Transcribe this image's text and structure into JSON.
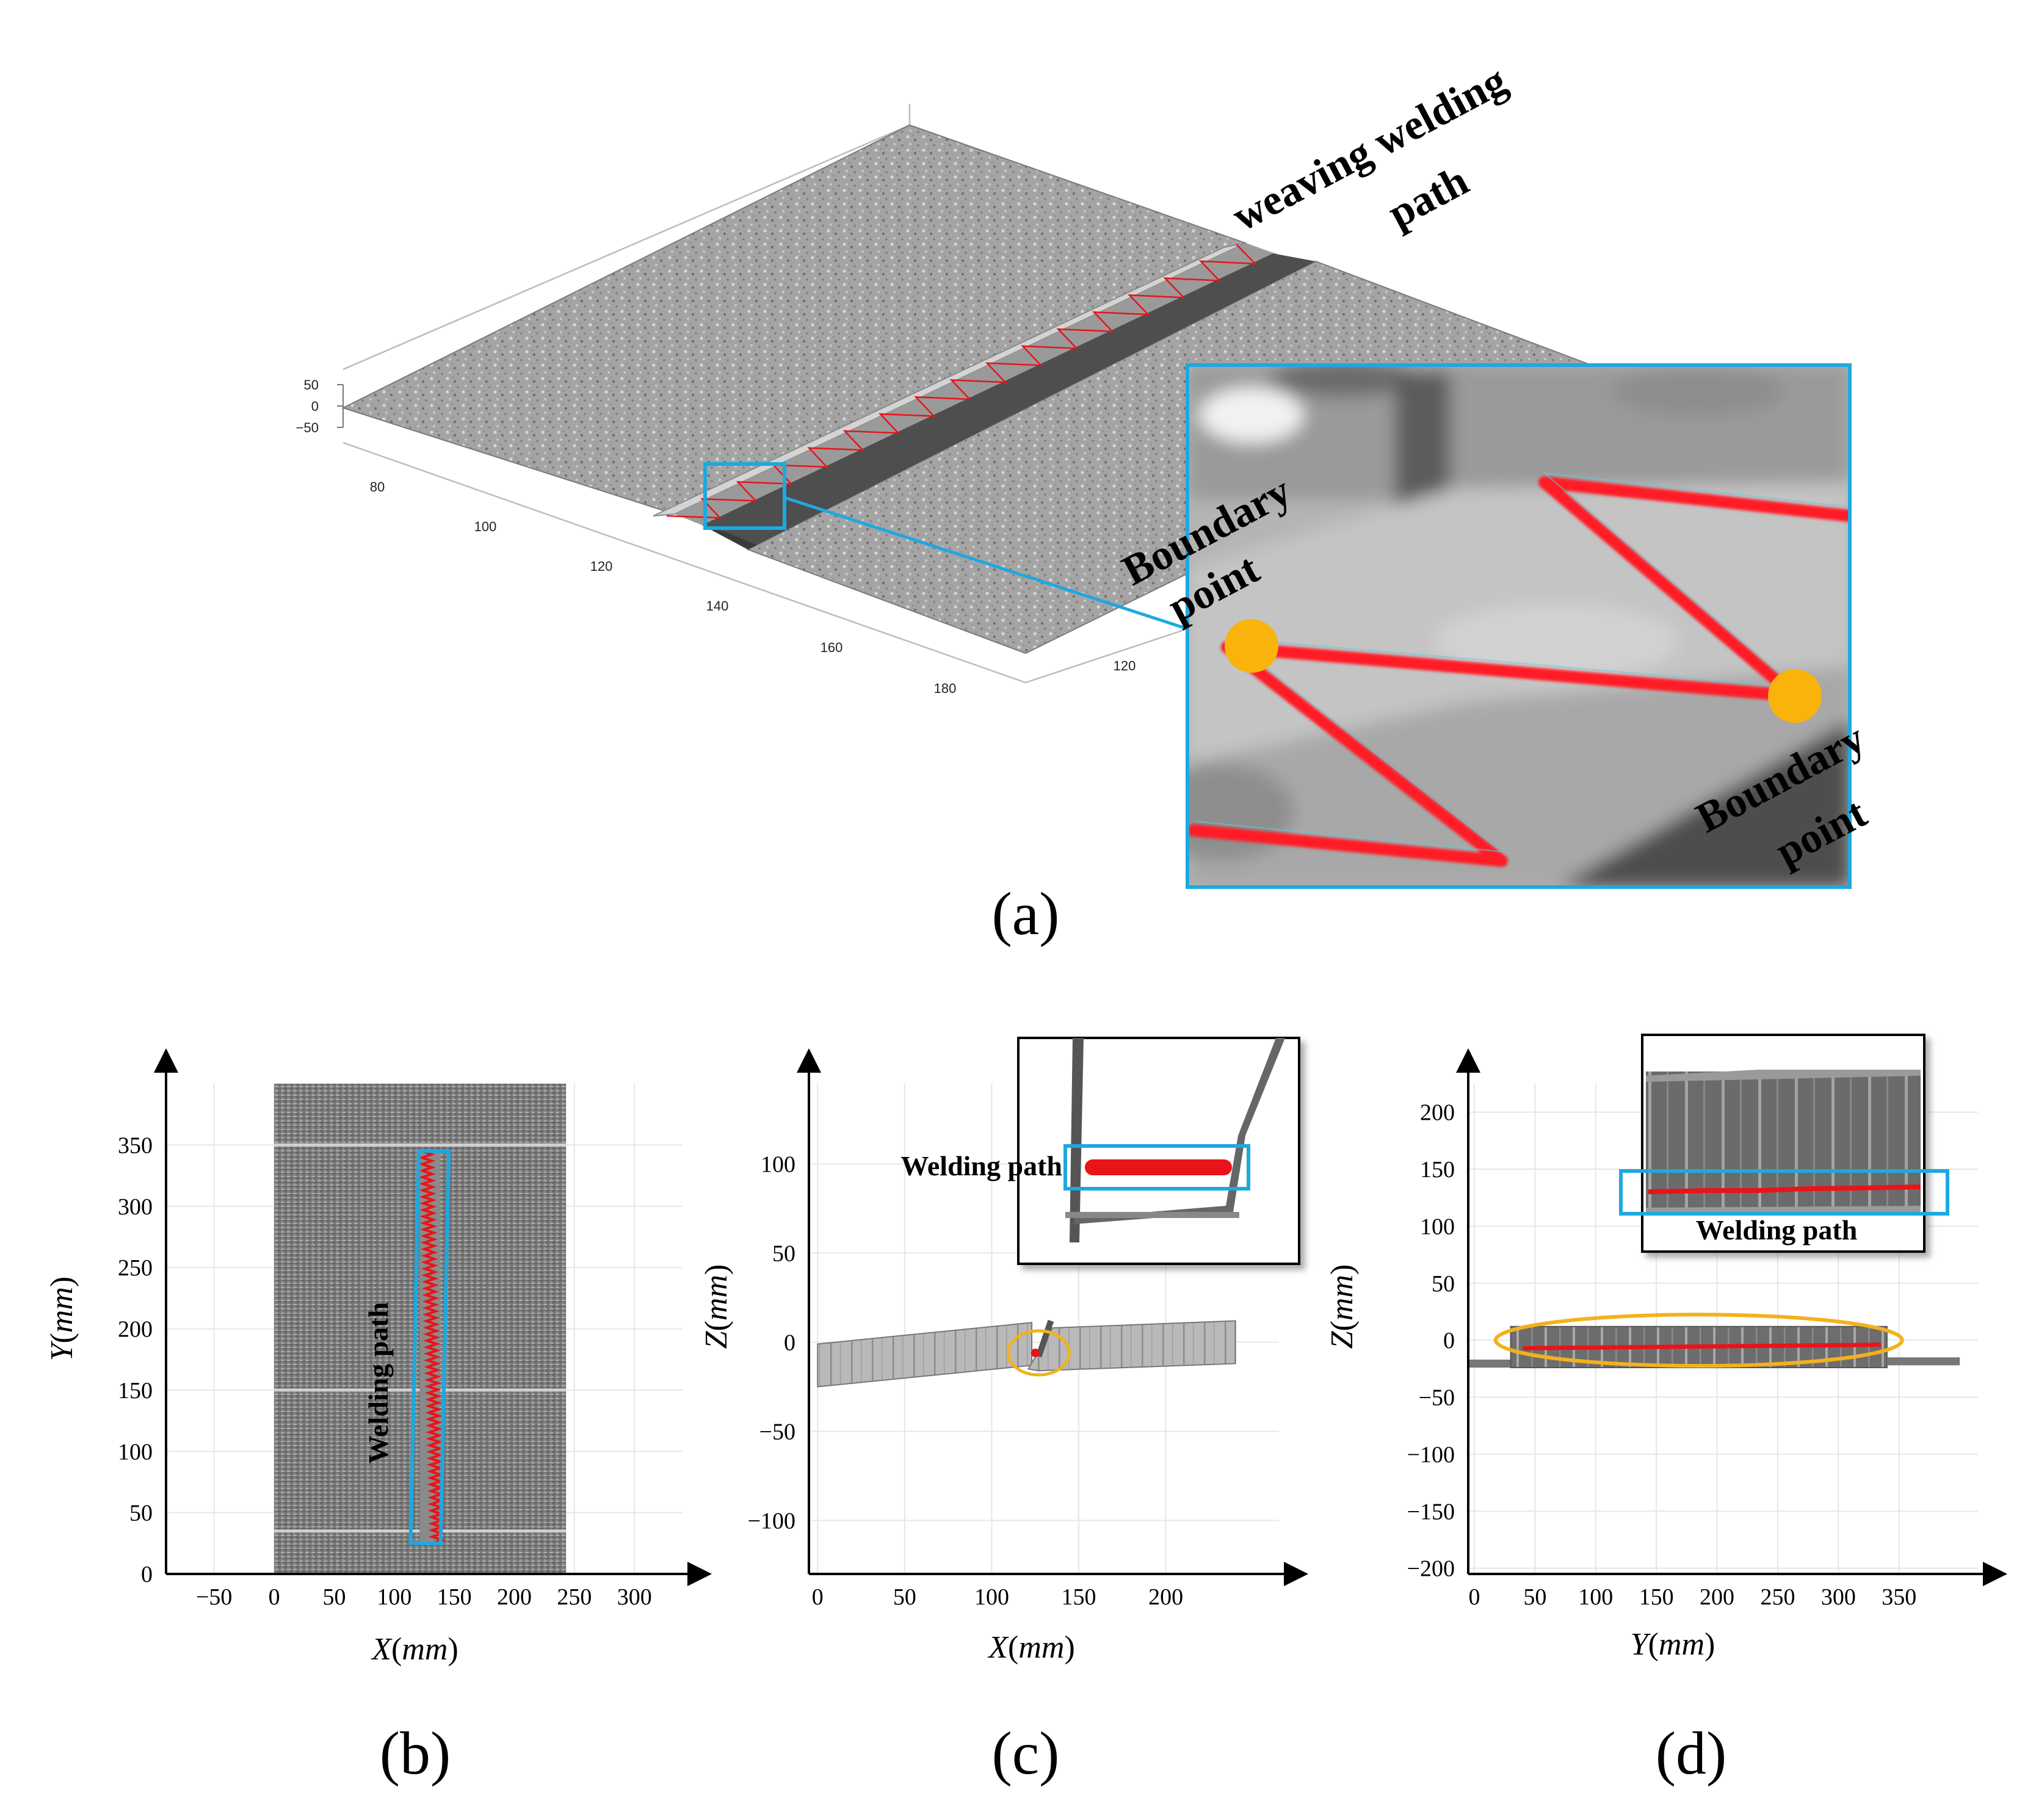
{
  "colors": {
    "highlight_box": "#1ea8e0",
    "path_red": "#e8141a",
    "boundary_marker": "#f9b30b",
    "ellipse": "#f2b21c",
    "surface_gray": "#9d9d9d",
    "groove_dark": "#4a4a4a"
  },
  "panel_a": {
    "label": "(a)",
    "annotation_path_line1": "weaving welding",
    "annotation_path_line2": "path",
    "boundary_left_line1": "Boundary",
    "boundary_left_line2": "point",
    "boundary_right_line1": "Boundary",
    "boundary_right_line2": "point",
    "z_ticks": [
      "50",
      "0",
      "−50"
    ],
    "x_ticks": [
      "80",
      "100",
      "120",
      "140",
      "160",
      "180"
    ],
    "y_ticks": [
      "120"
    ],
    "zigzag_cycles": 16
  },
  "panel_b": {
    "label": "(b)",
    "annotation": "Welding path",
    "xlabel_var": "X",
    "xlabel_unit": "mm",
    "ylabel_var": "Y",
    "ylabel_unit": "mm"
  },
  "panel_c": {
    "label": "(c)",
    "annotation": "Welding path",
    "xlabel_var": "X",
    "xlabel_unit": "mm",
    "ylabel_var": "Z",
    "ylabel_unit": "mm"
  },
  "panel_d": {
    "label": "(d)",
    "annotation": "Welding path",
    "xlabel_var": "Y",
    "xlabel_unit": "mm",
    "ylabel_var": "Z",
    "ylabel_unit": "mm"
  },
  "chart_data": [
    {
      "panel": "b",
      "type": "scatter",
      "x_ticks": [
        -50,
        0,
        50,
        100,
        150,
        200,
        250,
        300
      ],
      "y_ticks": [
        0,
        50,
        100,
        150,
        200,
        250,
        300,
        350
      ],
      "xlim": [
        -90,
        340
      ],
      "ylim": [
        0,
        400
      ],
      "grid": true,
      "surface_extent": {
        "x": [
          0,
          243
        ],
        "y": [
          0,
          400
        ]
      },
      "welding_path": {
        "x": [
          117,
          142
        ],
        "y": [
          25,
          345
        ]
      },
      "highlight_box": {
        "x": [
          117,
          142
        ],
        "y": [
          25,
          345
        ]
      }
    },
    {
      "panel": "c",
      "type": "scatter",
      "x_ticks": [
        0,
        50,
        100,
        150,
        200
      ],
      "y_ticks": [
        -100,
        -50,
        0,
        50,
        100
      ],
      "xlim": [
        -5,
        265
      ],
      "ylim": [
        -130,
        145
      ],
      "grid": true,
      "profile_extent": {
        "x": [
          0,
          240
        ]
      },
      "groove_x": [
        118,
        135
      ],
      "ellipse_center": {
        "x": 127,
        "y": -6
      }
    },
    {
      "panel": "d",
      "type": "scatter",
      "x_ticks": [
        0,
        50,
        100,
        150,
        200,
        250,
        300,
        350
      ],
      "y_ticks": [
        -200,
        -150,
        -100,
        -50,
        0,
        50,
        100,
        150,
        200
      ],
      "xlim": [
        -5,
        415
      ],
      "ylim": [
        -205,
        225
      ],
      "grid": true,
      "profile_extent": {
        "x": [
          -5,
          400
        ]
      },
      "welding_path_x": [
        40,
        335
      ],
      "ellipse_center": {
        "x": 185,
        "y": 0
      }
    }
  ]
}
